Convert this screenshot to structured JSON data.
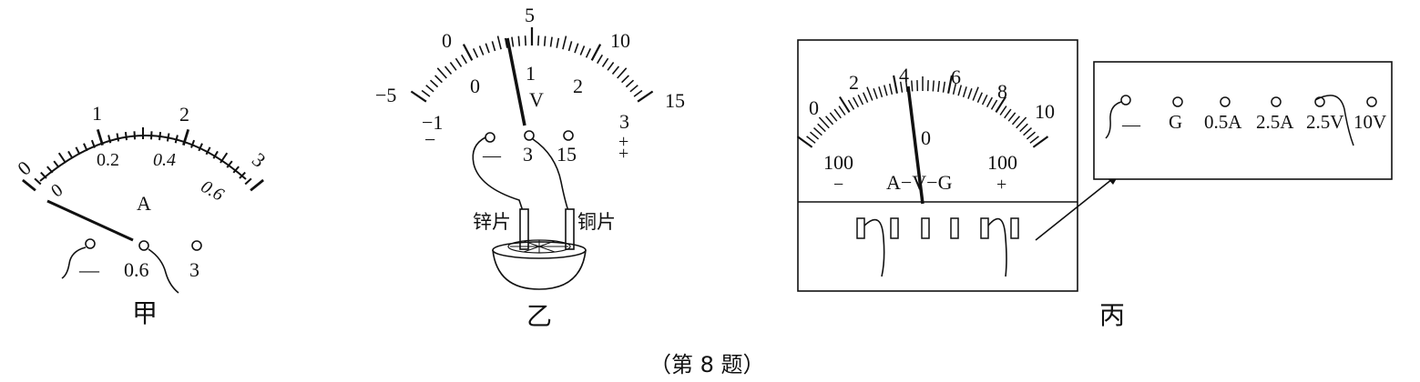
{
  "caption": "（第 8 题）",
  "meter_jia": {
    "label": "甲",
    "unit": "A",
    "outer_scale": [
      "0",
      "1",
      "2",
      "3"
    ],
    "inner_scale": [
      "0",
      "0.2",
      "0.4",
      "0.6"
    ],
    "terminals": [
      "—",
      "0.6",
      "3"
    ],
    "needle_value": 0
  },
  "meter_yi": {
    "label": "乙",
    "unit": "V",
    "outer_scale": [
      "−5",
      "0",
      "5",
      "10",
      "15"
    ],
    "inner_scale": [
      "−1",
      "0",
      "1",
      "2",
      "3"
    ],
    "sign_minus": "−",
    "sign_plus": "+",
    "terminals": [
      "—",
      "3",
      "15",
      "+"
    ],
    "zinc_label": "锌片",
    "copper_label": "铜片",
    "needle_value": 0.7
  },
  "meter_bing": {
    "label": "丙",
    "upper_scale": [
      "0",
      "2",
      "4",
      "6",
      "8",
      "10"
    ],
    "center_zero": "0",
    "left_100": "100",
    "right_100": "100",
    "minus_sign": "−",
    "plus_sign": "+",
    "mode_label": "A−V−G",
    "needle_value": 4,
    "zoom_terminals": [
      "—",
      "G",
      "0.5A",
      "2.5A",
      "2.5V",
      "10V"
    ]
  }
}
